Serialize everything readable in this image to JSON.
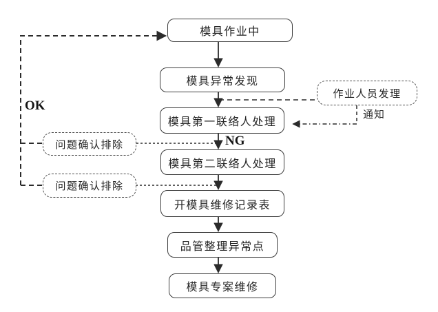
{
  "diagram": {
    "type": "flowchart",
    "background": "#ffffff",
    "line_color": "#2b2b2b",
    "nodes": {
      "mold_in_operation": {
        "label": "模具作业中"
      },
      "mold_abnormality_found": {
        "label": "模具异常发现"
      },
      "first_contact_handling": {
        "label": "模具第一联络人处理"
      },
      "second_contact_handling": {
        "label": "模具第二联络人处理"
      },
      "open_repair_record": {
        "label": "开模具维修记录表"
      },
      "qc_organize_abnormal": {
        "label": "品管整理异常点"
      },
      "mold_special_repair": {
        "label": "模具专案维修"
      },
      "problem_confirmed_resolved_1": {
        "label": "问题确认排除"
      },
      "problem_confirmed_resolved_2": {
        "label": "问题确认排除"
      },
      "operator_handling": {
        "label": "作业人员发理"
      }
    },
    "labels": {
      "ok": "OK",
      "ng": "NG",
      "notify": "通知"
    }
  }
}
